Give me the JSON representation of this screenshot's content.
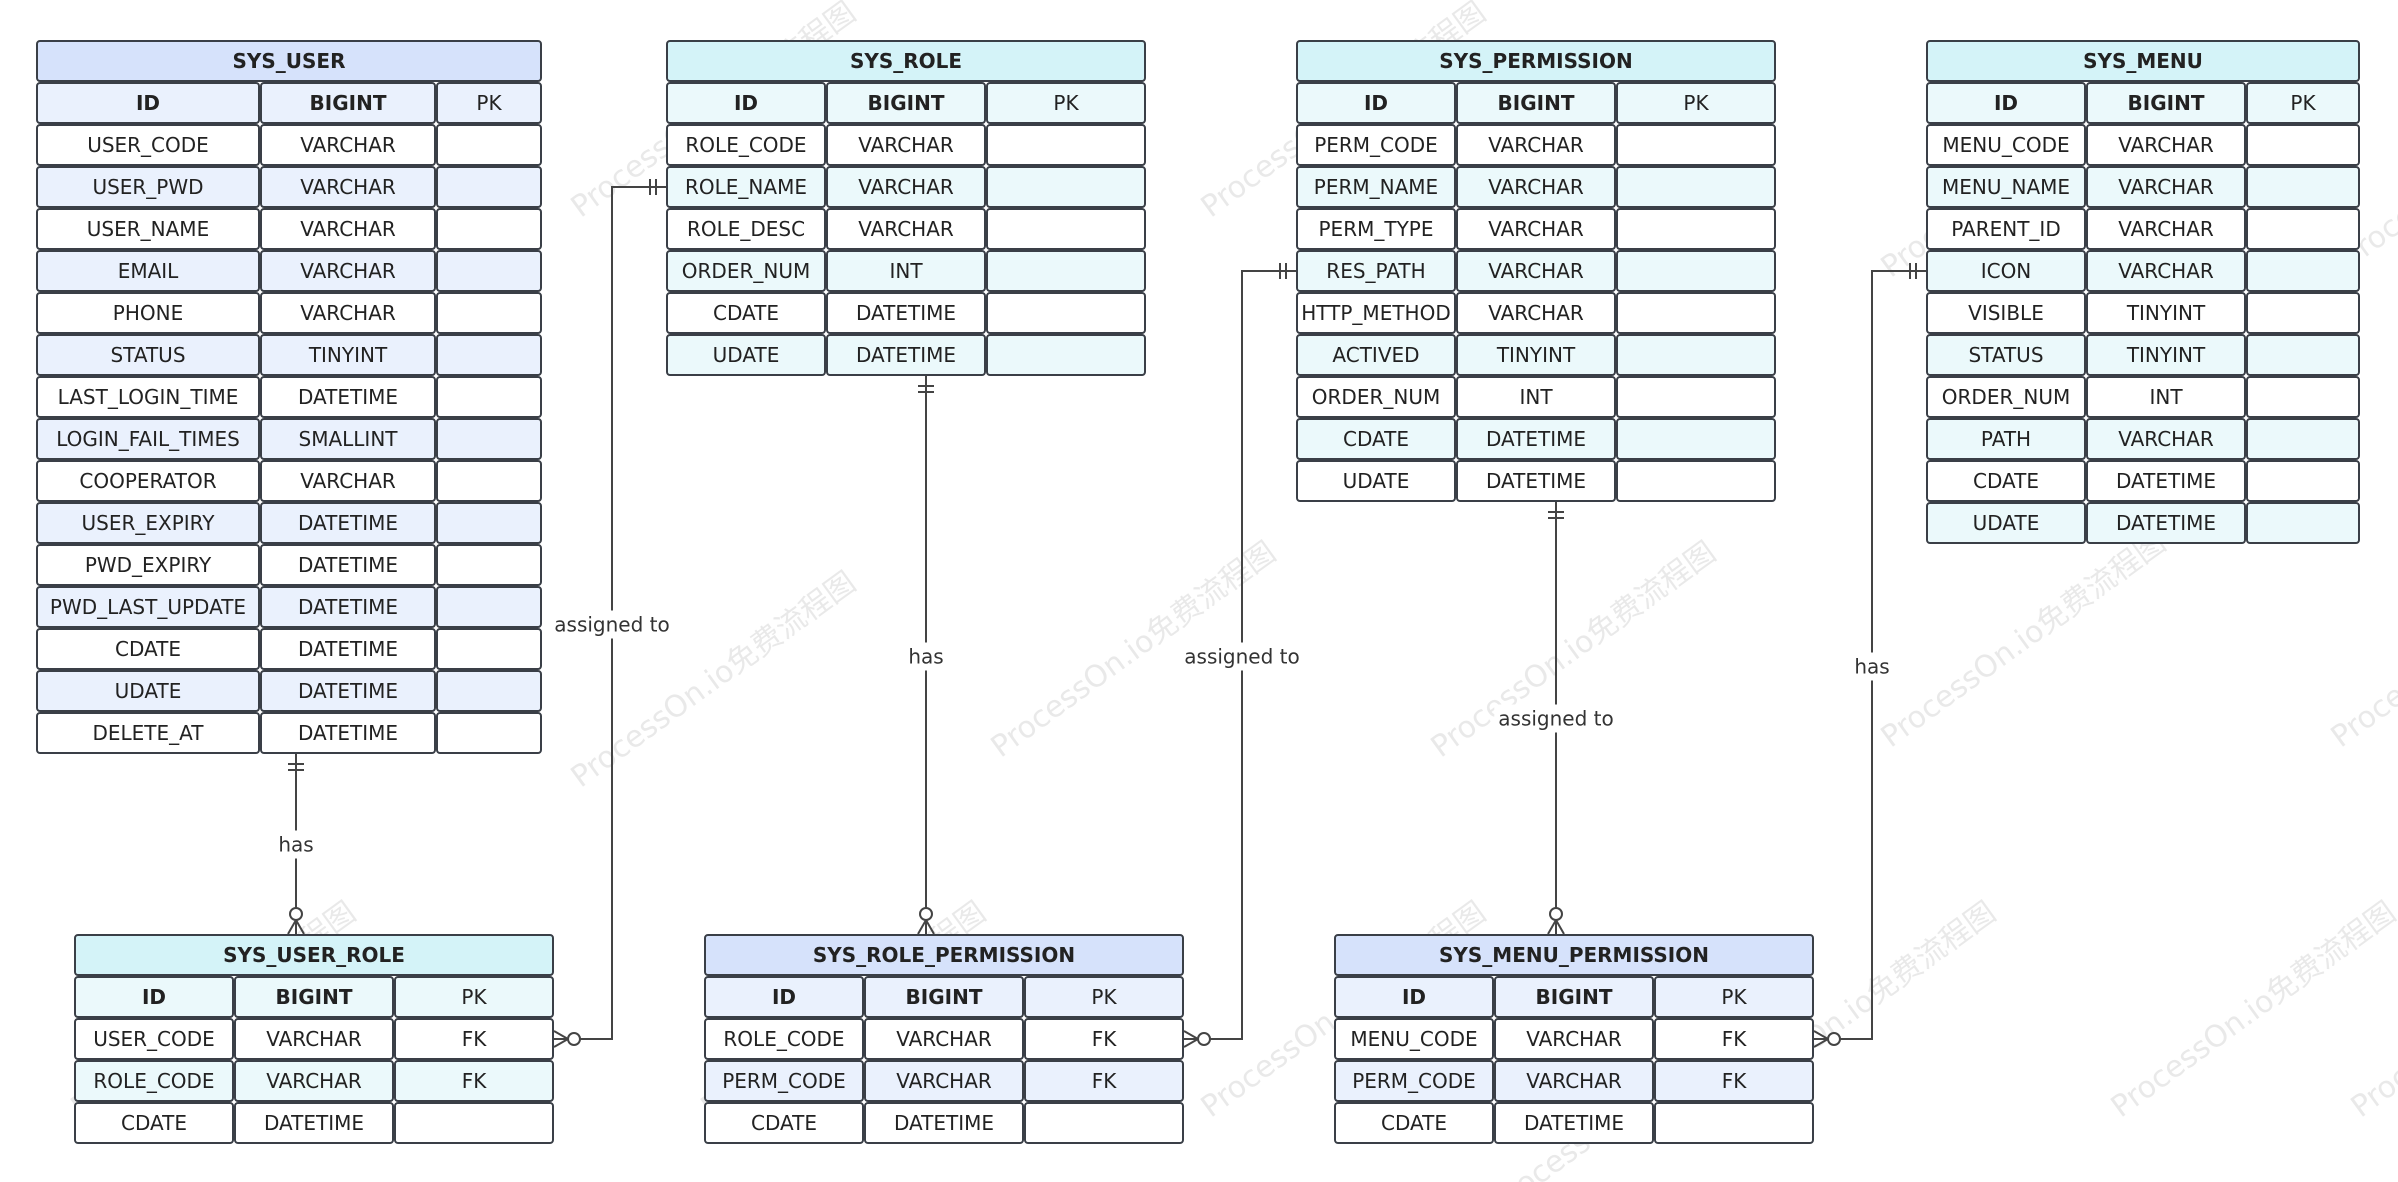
{
  "watermark": "ProcessOn.io免费流程图",
  "colors": {
    "line": "#444444",
    "border": "#3a3f47",
    "white": "#ffffff",
    "blue_title": "#d6e2fb",
    "blue_row": "#eaf1fd",
    "teal_title": "#d4f3f8",
    "teal_row": "#ebf9fb"
  },
  "entities": [
    {
      "id": "sys_user",
      "name": "SYS_USER",
      "theme": "blue",
      "header": [
        "ID",
        "BIGINT",
        "PK"
      ],
      "rows": [
        [
          "USER_CODE",
          "VARCHAR",
          ""
        ],
        [
          "USER_PWD",
          "VARCHAR",
          ""
        ],
        [
          "USER_NAME",
          "VARCHAR",
          ""
        ],
        [
          "EMAIL",
          "VARCHAR",
          ""
        ],
        [
          "PHONE",
          "VARCHAR",
          ""
        ],
        [
          "STATUS",
          "TINYINT",
          ""
        ],
        [
          "LAST_LOGIN_TIME",
          "DATETIME",
          ""
        ],
        [
          "LOGIN_FAIL_TIMES",
          "SMALLINT",
          ""
        ],
        [
          "COOPERATOR",
          "VARCHAR",
          ""
        ],
        [
          "USER_EXPIRY",
          "DATETIME",
          ""
        ],
        [
          "PWD_EXPIRY",
          "DATETIME",
          ""
        ],
        [
          "PWD_LAST_UPDATE",
          "DATETIME",
          ""
        ],
        [
          "CDATE",
          "DATETIME",
          ""
        ],
        [
          "UDATE",
          "DATETIME",
          ""
        ],
        [
          "DELETE_AT",
          "DATETIME",
          ""
        ]
      ]
    },
    {
      "id": "sys_role",
      "name": "SYS_ROLE",
      "theme": "teal",
      "header": [
        "ID",
        "BIGINT",
        "PK"
      ],
      "rows": [
        [
          "ROLE_CODE",
          "VARCHAR",
          ""
        ],
        [
          "ROLE_NAME",
          "VARCHAR",
          ""
        ],
        [
          "ROLE_DESC",
          "VARCHAR",
          ""
        ],
        [
          "ORDER_NUM",
          "INT",
          ""
        ],
        [
          "CDATE",
          "DATETIME",
          ""
        ],
        [
          "UDATE",
          "DATETIME",
          ""
        ]
      ]
    },
    {
      "id": "sys_permission",
      "name": "SYS_PERMISSION",
      "theme": "teal",
      "header": [
        "ID",
        "BIGINT",
        "PK"
      ],
      "rows": [
        [
          "PERM_CODE",
          "VARCHAR",
          ""
        ],
        [
          "PERM_NAME",
          "VARCHAR",
          ""
        ],
        [
          "PERM_TYPE",
          "VARCHAR",
          ""
        ],
        [
          "RES_PATH",
          "VARCHAR",
          ""
        ],
        [
          "HTTP_METHOD",
          "VARCHAR",
          ""
        ],
        [
          "ACTIVED",
          "TINYINT",
          ""
        ],
        [
          "ORDER_NUM",
          "INT",
          ""
        ],
        [
          "CDATE",
          "DATETIME",
          ""
        ],
        [
          "UDATE",
          "DATETIME",
          ""
        ]
      ]
    },
    {
      "id": "sys_menu",
      "name": "SYS_MENU",
      "theme": "teal",
      "header": [
        "ID",
        "BIGINT",
        "PK"
      ],
      "rows": [
        [
          "MENU_CODE",
          "VARCHAR",
          ""
        ],
        [
          "MENU_NAME",
          "VARCHAR",
          ""
        ],
        [
          "PARENT_ID",
          "VARCHAR",
          ""
        ],
        [
          "ICON",
          "VARCHAR",
          ""
        ],
        [
          "VISIBLE",
          "TINYINT",
          ""
        ],
        [
          "STATUS",
          "TINYINT",
          ""
        ],
        [
          "ORDER_NUM",
          "INT",
          ""
        ],
        [
          "PATH",
          "VARCHAR",
          ""
        ],
        [
          "CDATE",
          "DATETIME",
          ""
        ],
        [
          "UDATE",
          "DATETIME",
          ""
        ]
      ]
    },
    {
      "id": "sys_user_role",
      "name": "SYS_USER_ROLE",
      "theme": "teal",
      "header": [
        "ID",
        "BIGINT",
        "PK"
      ],
      "rows": [
        [
          "USER_CODE",
          "VARCHAR",
          "FK"
        ],
        [
          "ROLE_CODE",
          "VARCHAR",
          "FK"
        ],
        [
          "CDATE",
          "DATETIME",
          ""
        ]
      ]
    },
    {
      "id": "sys_role_permission",
      "name": "SYS_ROLE_PERMISSION",
      "theme": "blue",
      "header": [
        "ID",
        "BIGINT",
        "PK"
      ],
      "rows": [
        [
          "ROLE_CODE",
          "VARCHAR",
          "FK"
        ],
        [
          "PERM_CODE",
          "VARCHAR",
          "FK"
        ],
        [
          "CDATE",
          "DATETIME",
          ""
        ]
      ]
    },
    {
      "id": "sys_menu_permission",
      "name": "SYS_MENU_PERMISSION",
      "theme": "blue",
      "header": [
        "ID",
        "BIGINT",
        "PK"
      ],
      "rows": [
        [
          "MENU_CODE",
          "VARCHAR",
          "FK"
        ],
        [
          "PERM_CODE",
          "VARCHAR",
          "FK"
        ],
        [
          "CDATE",
          "DATETIME",
          ""
        ]
      ]
    }
  ],
  "relationships": [
    {
      "id": "user-has-user-role",
      "from": "sys_user",
      "to": "sys_user_role",
      "label": "has",
      "from_card": "one",
      "to_card": "many"
    },
    {
      "id": "role-assigned-to-user-role",
      "from": "sys_role",
      "to": "sys_user_role",
      "label": "assigned to",
      "from_card": "one",
      "to_card": "many"
    },
    {
      "id": "role-has-role-permission",
      "from": "sys_role",
      "to": "sys_role_permission",
      "label": "has",
      "from_card": "one",
      "to_card": "many"
    },
    {
      "id": "permission-assigned-to-role-permission",
      "from": "sys_permission",
      "to": "sys_role_permission",
      "label": "assigned to",
      "from_card": "one",
      "to_card": "many"
    },
    {
      "id": "permission-assigned-to-menu-permission",
      "from": "sys_permission",
      "to": "sys_menu_permission",
      "label": "assigned to",
      "from_card": "one",
      "to_card": "many"
    },
    {
      "id": "menu-has-menu-permission",
      "from": "sys_menu",
      "to": "sys_menu_permission",
      "label": "has",
      "from_card": "one",
      "to_card": "many"
    }
  ]
}
